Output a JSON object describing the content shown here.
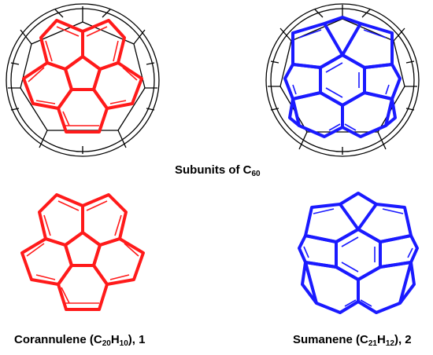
{
  "colors": {
    "red": "#ff1a1a",
    "blue": "#1a1aff",
    "black": "#000000"
  },
  "labels": {
    "subunits": {
      "prefix": "Subunits of C",
      "sub1": "60"
    },
    "corannulene": {
      "prefix": "Corannulene (C",
      "sub1": "20",
      "mid": "H",
      "sub2": "10",
      "suffix": "), 1"
    },
    "sumanene": {
      "prefix": "Sumanene (C",
      "sub1": "21",
      "mid": "H",
      "sub2": "12",
      "suffix": "), 2"
    }
  }
}
